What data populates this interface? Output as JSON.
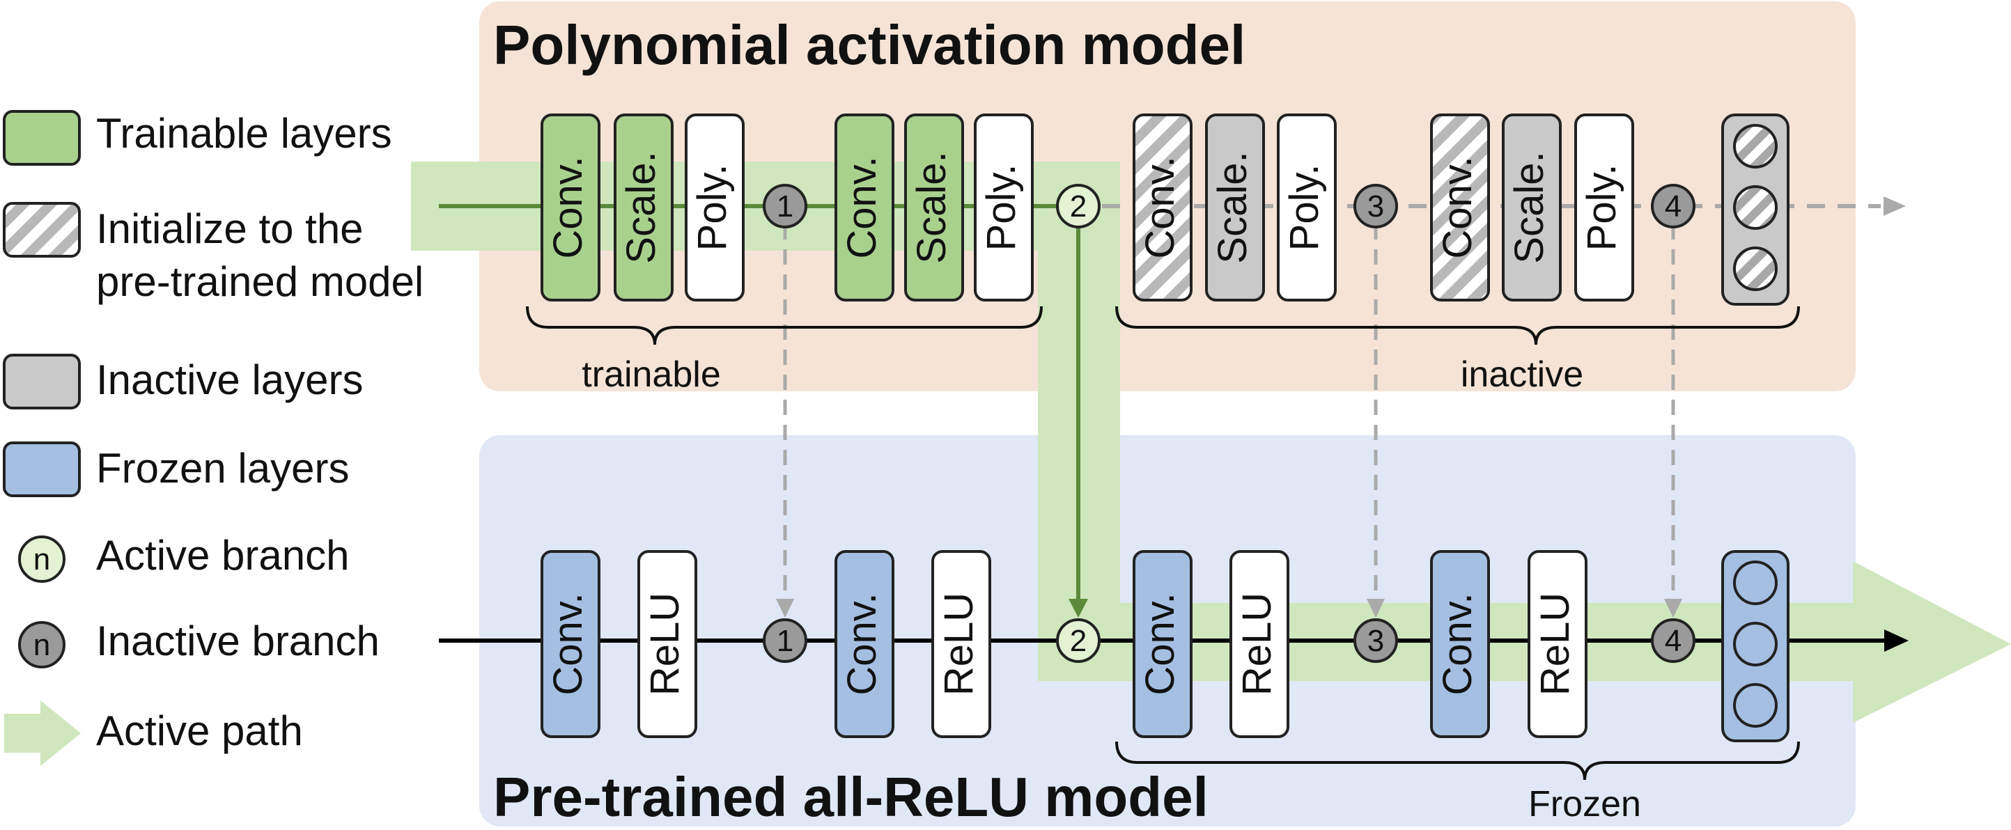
{
  "colors": {
    "top_panel": "#f5e3d7",
    "bottom_panel": "#e0e8f5",
    "trainable": "#a9d18e",
    "frozen": "#a4bfe2",
    "inactive": "#c9c9c9",
    "active_path": "#d0e6bd",
    "active_line": "#5b8a3a",
    "dashed": "#aaaaaa",
    "node_inactive": "#9a9a9a",
    "node_active": "#e3f2d3"
  },
  "titles": {
    "top": "Polynomial activation model",
    "bottom": "Pre-trained all-ReLU model"
  },
  "legend": [
    {
      "label": "Trainable layers",
      "swatch": "trainable"
    },
    {
      "label": "Initialize to the",
      "label2": "pre-trained model",
      "swatch": "hatched"
    },
    {
      "label": "Inactive layers",
      "swatch": "inactive"
    },
    {
      "label": "Frozen layers",
      "swatch": "frozen"
    },
    {
      "label": "Active branch",
      "swatch": "node-active",
      "glyph": "n"
    },
    {
      "label": "Inactive branch",
      "swatch": "node-inactive",
      "glyph": "n"
    },
    {
      "label": "Active path",
      "swatch": "arrow"
    }
  ],
  "braces": {
    "trainable": "trainable",
    "inactive": "inactive",
    "frozen": "Frozen"
  },
  "top_blocks": [
    {
      "label": "Conv.",
      "style": "trainable"
    },
    {
      "label": "Scale.",
      "style": "trainable"
    },
    {
      "label": "Poly.",
      "style": "white"
    },
    {
      "label": "Conv.",
      "style": "trainable"
    },
    {
      "label": "Scale.",
      "style": "trainable"
    },
    {
      "label": "Poly.",
      "style": "white"
    },
    {
      "label": "Conv.",
      "style": "hatched"
    },
    {
      "label": "Scale.",
      "style": "inactive"
    },
    {
      "label": "Poly.",
      "style": "white"
    },
    {
      "label": "Conv.",
      "style": "hatched"
    },
    {
      "label": "Scale.",
      "style": "inactive"
    },
    {
      "label": "Poly.",
      "style": "white"
    }
  ],
  "bottom_blocks": [
    {
      "label": "Conv.",
      "style": "frozen"
    },
    {
      "label": "ReLU",
      "style": "white"
    },
    {
      "label": "Conv.",
      "style": "frozen"
    },
    {
      "label": "ReLU",
      "style": "white"
    },
    {
      "label": "Conv.",
      "style": "frozen"
    },
    {
      "label": "ReLU",
      "style": "white"
    },
    {
      "label": "Conv.",
      "style": "frozen"
    },
    {
      "label": "ReLU",
      "style": "white"
    }
  ],
  "branches": [
    {
      "label": "1",
      "state": "inactive"
    },
    {
      "label": "2",
      "state": "active"
    },
    {
      "label": "3",
      "state": "inactive"
    },
    {
      "label": "4",
      "state": "inactive"
    }
  ]
}
